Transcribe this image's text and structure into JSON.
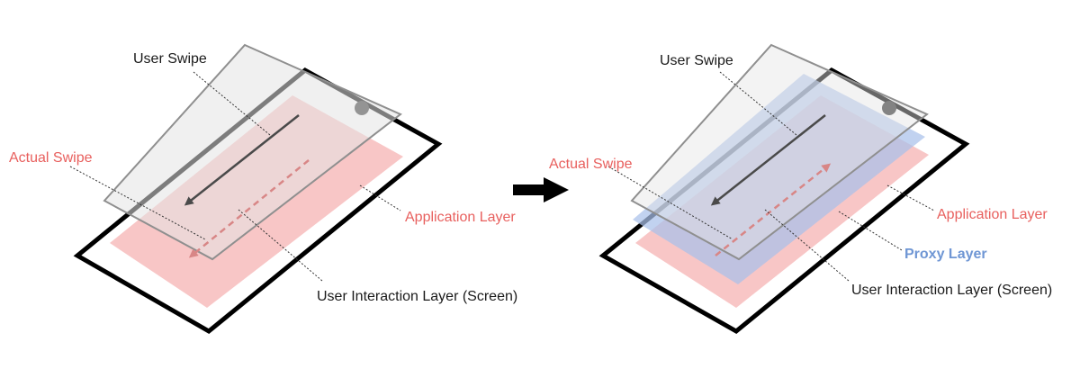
{
  "diagram": {
    "colors": {
      "screen_border": "#000000",
      "application_layer": "#f7b9b9",
      "proxy_layer": "#a9c1ea",
      "glass_layer": "#e6e6e6",
      "glass_border": "#8f8f8f",
      "user_swipe_arrow": "#4a4a4a",
      "actual_swipe_arrow": "#d88686",
      "red_label": "#e8605e",
      "blue_label": "#6f96d4"
    },
    "left": {
      "user_swipe": "User Swipe",
      "actual_swipe": "Actual Swipe",
      "application_layer": "Application Layer",
      "screen_layer": "User Interaction Layer (Screen)"
    },
    "right": {
      "user_swipe": "User Swipe",
      "actual_swipe": "Actual Swipe",
      "application_layer": "Application Layer",
      "proxy_layer": "Proxy Layer",
      "screen_layer": "User Interaction Layer (Screen)"
    },
    "transition_arrow_icon": "right-arrow-icon"
  }
}
